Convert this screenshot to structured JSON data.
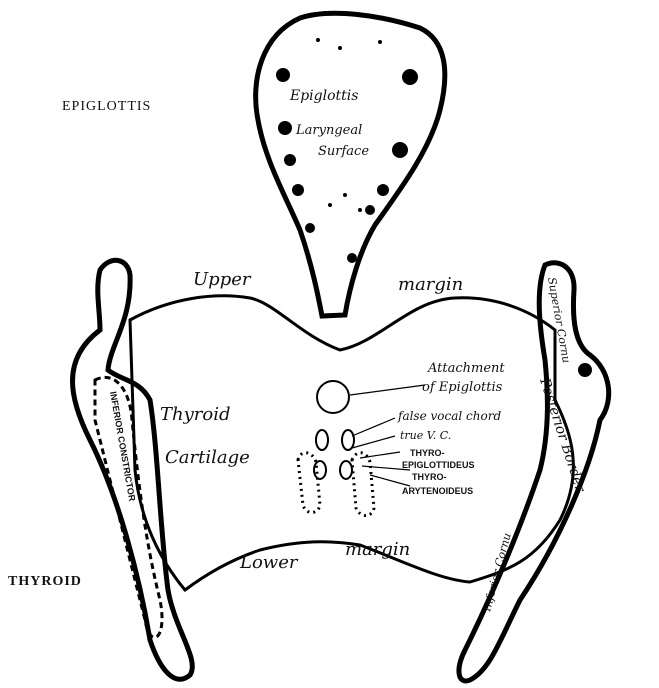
{
  "labels": {
    "epiglottis_heading": "EPIGLOTTIS",
    "thyroid_heading": "THYROID",
    "epiglottis_1": "Epiglottis",
    "epiglottis_2": "Laryngeal",
    "epiglottis_3": "Surface",
    "upper_1": "Upper",
    "upper_2": "margin",
    "lower_1": "Lower",
    "lower_2": "margin",
    "thyroid_1": "Thyroid",
    "thyroid_2": "Cartilage",
    "attach_1": "Attachment",
    "attach_2": "of Epiglottis",
    "false_cord": "false vocal chord",
    "true_cord": "true V. C.",
    "thyro_epi_1": "THYRO-",
    "thyro_epi_2": "EPIGLOTTIDEUS",
    "thyro_ary_1": "THYRO-",
    "thyro_ary_2": "ARYTENOIDEUS",
    "superior_cornu": "Superior Cornu",
    "posterior_border": "Posterior Border",
    "inferior_cornu": "Inferior Cornu",
    "left_muscle": "INFERIOR CONSTRICTOR"
  },
  "colors": {
    "ink": "#000000",
    "paper": "#ffffff"
  }
}
